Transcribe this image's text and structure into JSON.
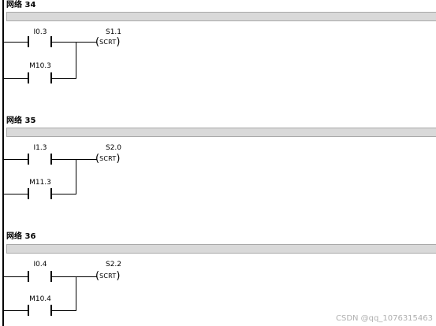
{
  "networks": [
    {
      "title": "网络 34",
      "contact_1": "I0.3",
      "contact_2": "M10.3",
      "coil_address": "S1.1",
      "coil_instruction": "SCRT"
    },
    {
      "title": "网络 35",
      "contact_1": "I1.3",
      "contact_2": "M11.3",
      "coil_address": "S2.0",
      "coil_instruction": "SCRT"
    },
    {
      "title": "网络 36",
      "contact_1": "I0.4",
      "contact_2": "M10.4",
      "coil_address": "S2.2",
      "coil_instruction": "SCRT"
    }
  ],
  "watermark": "CSDN @qq_1076315463"
}
